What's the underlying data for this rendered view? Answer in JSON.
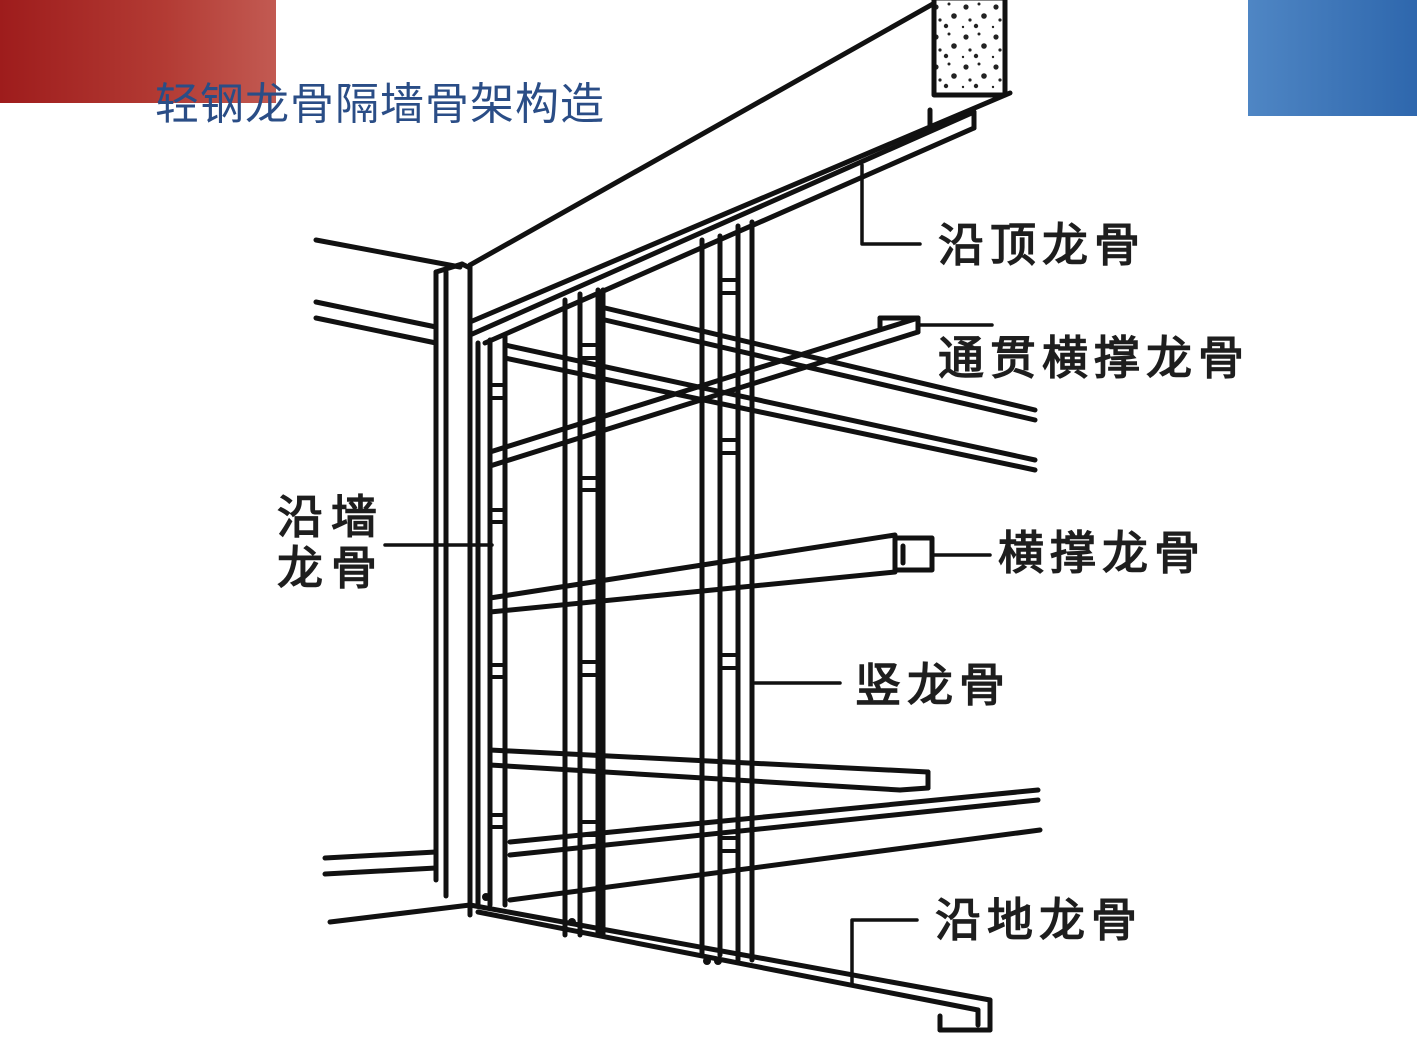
{
  "slide": {
    "title": "轻钢龙骨隔墙骨架构造",
    "accent_red": "#a3241f",
    "accent_blue": "#3470b6",
    "title_color": "#2a4d86"
  },
  "diagram": {
    "labels": {
      "top_track": "沿顶龙骨",
      "through_brace": "通贯横撑龙骨",
      "wall_stud_line1": "沿墙",
      "wall_stud_line2": "龙骨",
      "cross_brace": "横撑龙骨",
      "vertical_stud": "竖龙骨",
      "floor_track": "沿地龙骨"
    }
  }
}
